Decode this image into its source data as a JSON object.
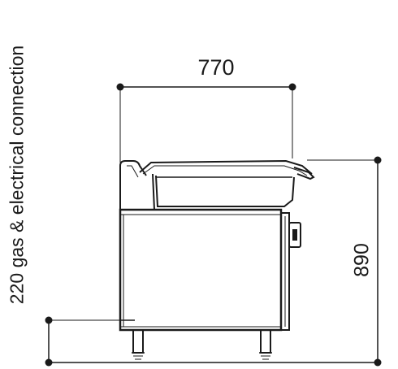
{
  "dimensions": {
    "width": "770",
    "height": "890",
    "connection": "220 gas & electrical connection"
  }
}
